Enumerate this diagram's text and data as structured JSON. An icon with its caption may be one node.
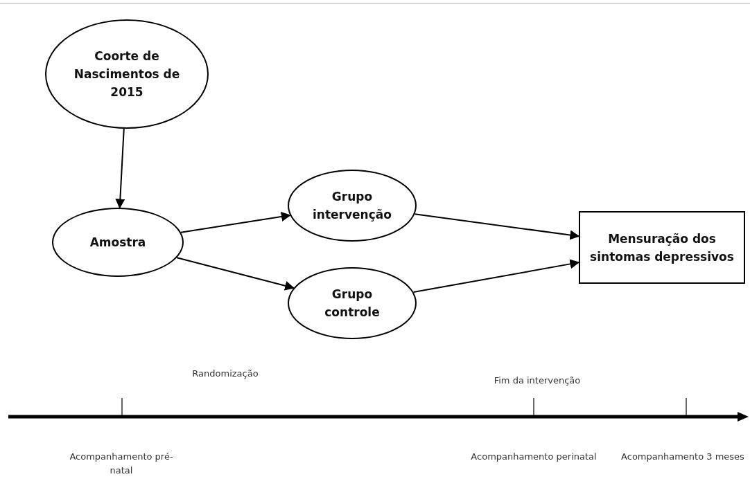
{
  "diagram": {
    "nodes": [
      {
        "text": [
          "Coorte de Nascimentos de 2015"
        ]
      },
      {
        "text": [
          "Amostra"
        ]
      },
      {
        "text": [
          "Grupo intervenção"
        ]
      },
      {
        "text": [
          "Grupo controle"
        ]
      },
      {
        "text": [
          "Mensuração dos sintomas depressivos"
        ]
      }
    ],
    "edges": [
      {
        "from": 0,
        "to": 1,
        "arrow": "to"
      },
      {
        "from": 1,
        "to": 2,
        "arrow": "to"
      },
      {
        "from": 1,
        "to": 3,
        "arrow": "to"
      },
      {
        "from": 2,
        "to": 4,
        "arrow": "to"
      },
      {
        "from": 3,
        "to": 4,
        "arrow": "to"
      }
    ],
    "labels": [
      "Randomização",
      "Fim da intervenção",
      "Acompanhamento pré-natal",
      "Acompanhamento perinatal",
      "Acompanhamento 3 meses"
    ]
  }
}
